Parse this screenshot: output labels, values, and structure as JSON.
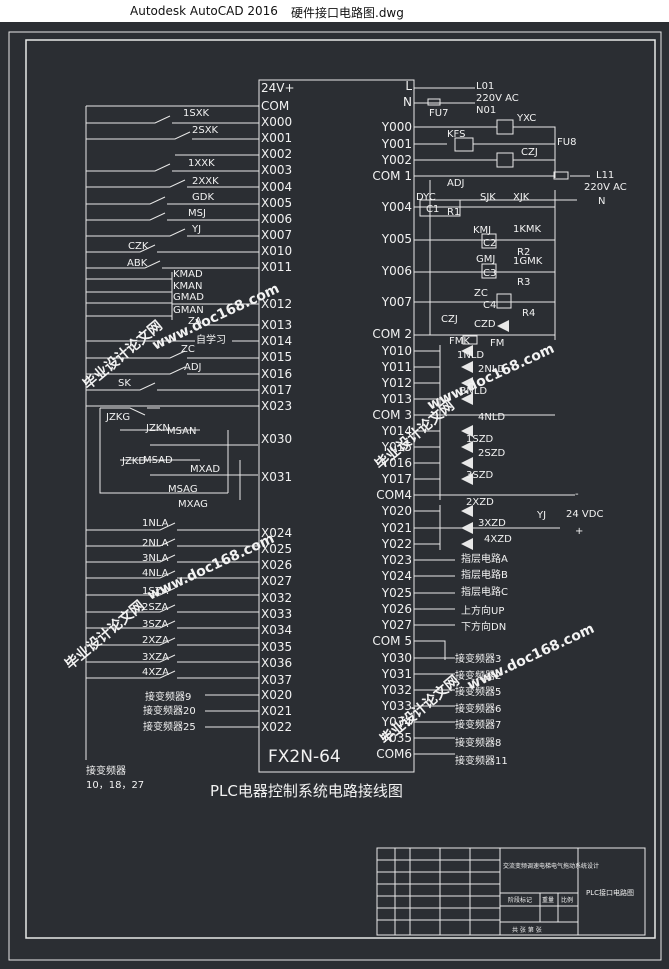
{
  "window": {
    "app_title": "Autodesk AutoCAD 2016",
    "file_title": "硬件接口电路图.dwg"
  },
  "drawing": {
    "caption": "PLC电器控制系统电路接线图",
    "plc_model": "FX2N-64",
    "colors": {
      "background": "#2b2e33",
      "lines": "#e8e8e8",
      "text": "#f2f2f2",
      "watermark": "#c0392b"
    },
    "left_terminals": [
      "24V+",
      "COM",
      "X000",
      "X001",
      "X002",
      "X003",
      "X004",
      "X005",
      "X006",
      "X007",
      "X010",
      "X011",
      "X012",
      "X013",
      "X014",
      "X015",
      "X016",
      "X017",
      "X023",
      "X030",
      "X031",
      "X024",
      "X025",
      "X026",
      "X027",
      "X032",
      "X033",
      "X034",
      "X035",
      "X036",
      "X037",
      "X020",
      "X021",
      "X022"
    ],
    "right_terminals": [
      "L",
      "N",
      "Y000",
      "Y001",
      "Y002",
      "COM 1",
      "Y004",
      "Y005",
      "Y006",
      "Y007",
      "COM 2",
      "Y010",
      "Y011",
      "Y012",
      "Y013",
      "COM 3",
      "Y014",
      "Y015",
      "Y016",
      "Y017",
      "COM4",
      "Y020",
      "Y021",
      "Y022",
      "Y023",
      "Y024",
      "Y025",
      "Y026",
      "Y027",
      "COM 5",
      "Y030",
      "Y031",
      "Y032",
      "Y033",
      "Y034",
      "Y035",
      "COM6"
    ],
    "input_labels": [
      "1SXK",
      "2SXK",
      "1XXK",
      "2XXK",
      "GDK",
      "MSJ",
      "YJ",
      "CZK",
      "ABK",
      "KMAD",
      "KMAN",
      "GMAD",
      "GMAN",
      "ZA",
      "自学习",
      "ZC",
      "ADJ",
      "SK",
      "JZKG",
      "JZKN",
      "MSAN",
      "JZKD",
      "MSAD",
      "MXAD",
      "MSAG",
      "MXAG",
      "1NLA",
      "2NLA",
      "3NLA",
      "4NLA",
      "1SZA",
      "2SZA",
      "3SZA",
      "2XZA",
      "3XZA",
      "4XZA",
      "接变频器9",
      "接变频器20",
      "接变频器25",
      "接变频器",
      "10，18，27"
    ],
    "output_labels": [
      "L01",
      "220V AC",
      "N01",
      "FU7",
      "YXC",
      "FU8",
      "KFS",
      "CZJ",
      "L11",
      "220V AC",
      "N",
      "ADJ",
      "DYC",
      "C1",
      "R1",
      "SJK",
      "XJK",
      "KMJ",
      "1KMK",
      "C2",
      "R2",
      "GMJ",
      "1GMK",
      "C3",
      "R3",
      "ZC",
      "C4",
      "R4",
      "CZJ",
      "CZD",
      "FMK",
      "FM",
      "1NLD",
      "2NLD",
      "3NLD",
      "4NLD",
      "1SZD",
      "2SZD",
      "3SZD",
      "2XZD",
      "3XZD",
      "4XZD",
      "YJ",
      "24 VDC",
      "-",
      "+",
      "指层电路A",
      "指层电路B",
      "指层电路C",
      "上方向UP",
      "下方向DN",
      "接变频器3",
      "接变频器2",
      "接变频器5",
      "接变频器6",
      "接变频器7",
      "接变频器8",
      "接变频器11"
    ],
    "title_block": {
      "project": "交流变频调速电梯电气拖动系统设计",
      "drawing_name": "PLC接口电路图",
      "row_labels": [
        "阶段标记",
        "重量",
        "比例"
      ],
      "sheet": "共 张   第 张"
    },
    "watermarks": [
      "毕业设计论文网",
      "www.doc168.com"
    ]
  }
}
